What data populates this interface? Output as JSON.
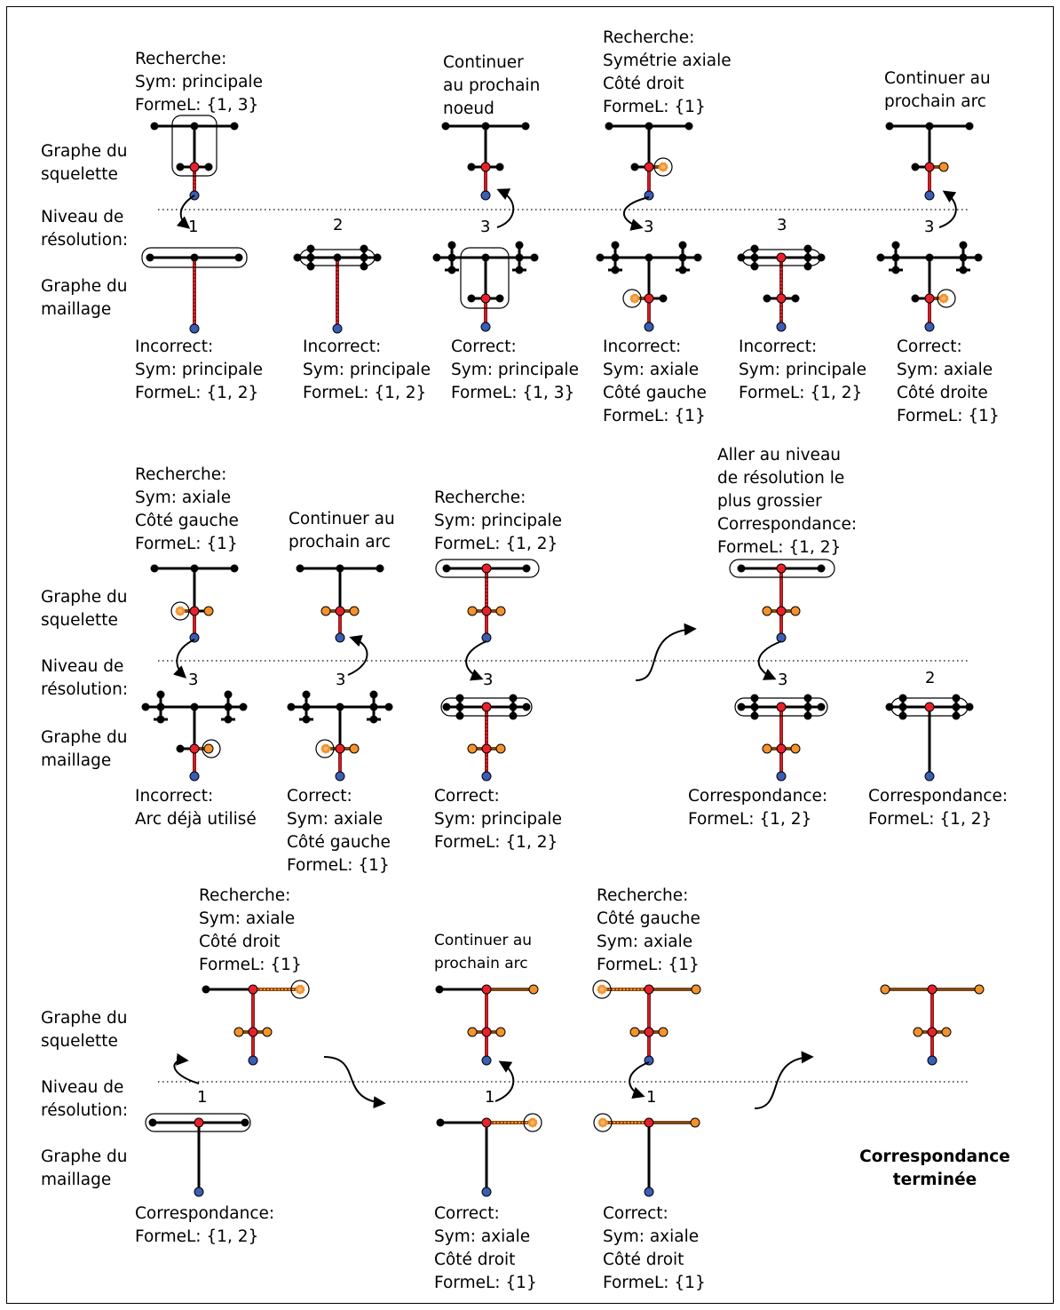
{
  "colors": {
    "red": "#e8212b",
    "orange": "#f4922b",
    "blue": "#3a5db5",
    "black": "#000000"
  },
  "row_labels": {
    "skeleton": [
      "Graphe du",
      "squelette"
    ],
    "resolution": [
      "Niveau de",
      "résolution:"
    ],
    "mesh": [
      "Graphe du",
      "maillage"
    ]
  },
  "row1": {
    "top_texts": [
      [
        "Recherche:",
        "Sym: principale",
        "FormeL: {1, 3}"
      ],
      [
        "Continuer",
        "au prochain",
        "noeud"
      ],
      [
        "Recherche:",
        "Symétrie axiale",
        "Côté droit",
        "FormeL: {1}"
      ],
      [
        "Continuer au",
        "prochain arc"
      ]
    ],
    "levels": [
      "1",
      "2",
      "3",
      "3",
      "3",
      "3"
    ],
    "bottom_texts": [
      [
        "Incorrect:",
        "Sym: principale",
        "FormeL: {1, 2}"
      ],
      [
        "Incorrect:",
        "Sym: principale",
        "FormeL: {1, 2}"
      ],
      [
        "Correct:",
        "Sym: principale",
        "FormeL: {1, 3}"
      ],
      [
        "Incorrect:",
        "Sym: axiale",
        "Côté gauche",
        "FormeL: {1}"
      ],
      [
        "Incorrect:",
        "Sym: principale",
        "FormeL: {1, 2}"
      ],
      [
        "Correct:",
        "Sym: axiale",
        "Côté droite",
        "FormeL: {1}"
      ]
    ]
  },
  "row2": {
    "top_texts": [
      [
        "Recherche:",
        "Sym: axiale",
        "Côté gauche",
        "FormeL: {1}"
      ],
      [
        "Continuer au",
        "prochain arc"
      ],
      [
        "Recherche:",
        "Sym: principale",
        "FormeL: {1, 2}"
      ],
      [
        "Aller au niveau",
        "de résolution le",
        "plus grossier",
        "Correspondance:",
        "FormeL: {1, 2}"
      ]
    ],
    "levels": [
      "3",
      "3",
      "3",
      "3",
      "2"
    ],
    "bottom_texts": [
      [
        "Incorrect:",
        "Arc déjà utilisé"
      ],
      [
        "Correct:",
        "Sym: axiale",
        "Côté gauche",
        "FormeL: {1}"
      ],
      [
        "Correct:",
        "Sym: principale",
        "FormeL: {1, 2}"
      ],
      [
        "Correspondance:",
        "FormeL: {1, 2}"
      ],
      [
        "Correspondance:",
        "FormeL: {1, 2}"
      ]
    ]
  },
  "row3": {
    "top_texts": [
      [
        "Recherche:",
        "Sym: axiale",
        "Côté droit",
        "FormeL: {1}"
      ],
      [
        "Continuer au",
        "prochain arc"
      ],
      [
        "Recherche:",
        "Côté gauche",
        "Sym: axiale",
        "FormeL: {1}"
      ]
    ],
    "levels": [
      "1",
      "1",
      "1"
    ],
    "bottom_texts": [
      [
        "Correspondance:",
        "FormeL: {1, 2}"
      ],
      [
        "Correct:",
        "Sym: axiale",
        "Côté droit",
        "FormeL: {1}"
      ],
      [
        "Correct:",
        "Sym: axiale",
        "Côté droit",
        "FormeL: {1}"
      ]
    ],
    "final": [
      "Correspondance",
      "terminée"
    ]
  }
}
